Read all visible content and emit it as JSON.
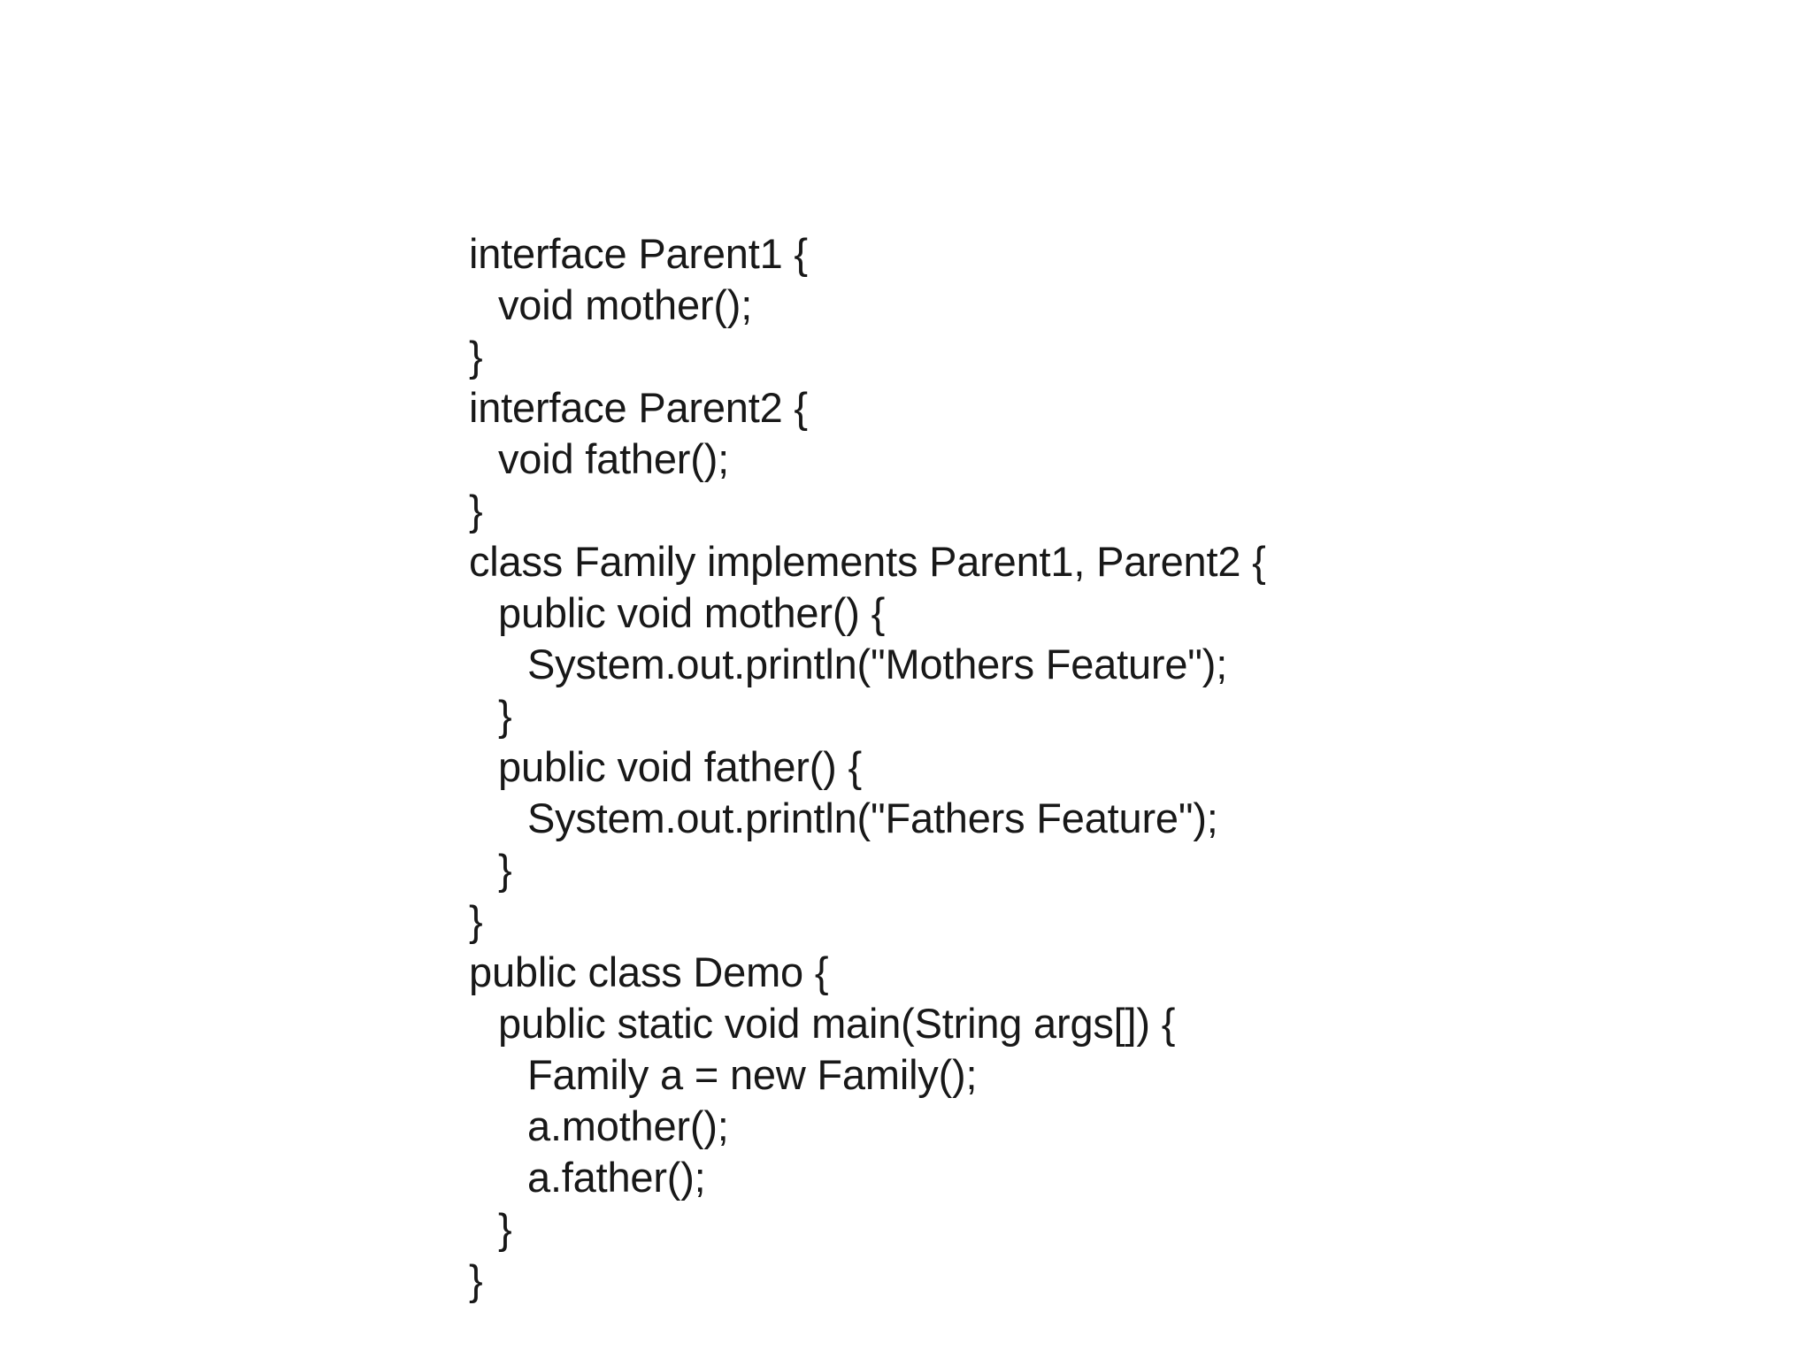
{
  "slide": {
    "background_color": "#ffffff",
    "text_color": "#181818"
  },
  "code": {
    "language": "java",
    "lines": [
      {
        "text": "interface Parent1 {",
        "indent": 0
      },
      {
        "text": "void mother();",
        "indent": 1
      },
      {
        "text": "}",
        "indent": 0
      },
      {
        "text": "interface Parent2 {",
        "indent": 0
      },
      {
        "text": "void father();",
        "indent": 1
      },
      {
        "text": "}",
        "indent": 0
      },
      {
        "text": "class Family implements Parent1, Parent2 {",
        "indent": 0
      },
      {
        "text": "public void mother() {",
        "indent": 1
      },
      {
        "text": "System.out.println(\"Mothers Feature\");",
        "indent": 2
      },
      {
        "text": "}",
        "indent": 1
      },
      {
        "text": "public void father() {",
        "indent": 1
      },
      {
        "text": "System.out.println(\"Fathers Feature\");",
        "indent": 2
      },
      {
        "text": "}",
        "indent": 1
      },
      {
        "text": "}",
        "indent": 0
      },
      {
        "text": "public class Demo {",
        "indent": 0
      },
      {
        "text": "public static void main(String args[]) {",
        "indent": 1
      },
      {
        "text": "Family a = new Family();",
        "indent": 2
      },
      {
        "text": "a.mother();",
        "indent": 2
      },
      {
        "text": "a.father();",
        "indent": 2
      },
      {
        "text": "}",
        "indent": 1
      },
      {
        "text": "}",
        "indent": 0
      }
    ]
  }
}
